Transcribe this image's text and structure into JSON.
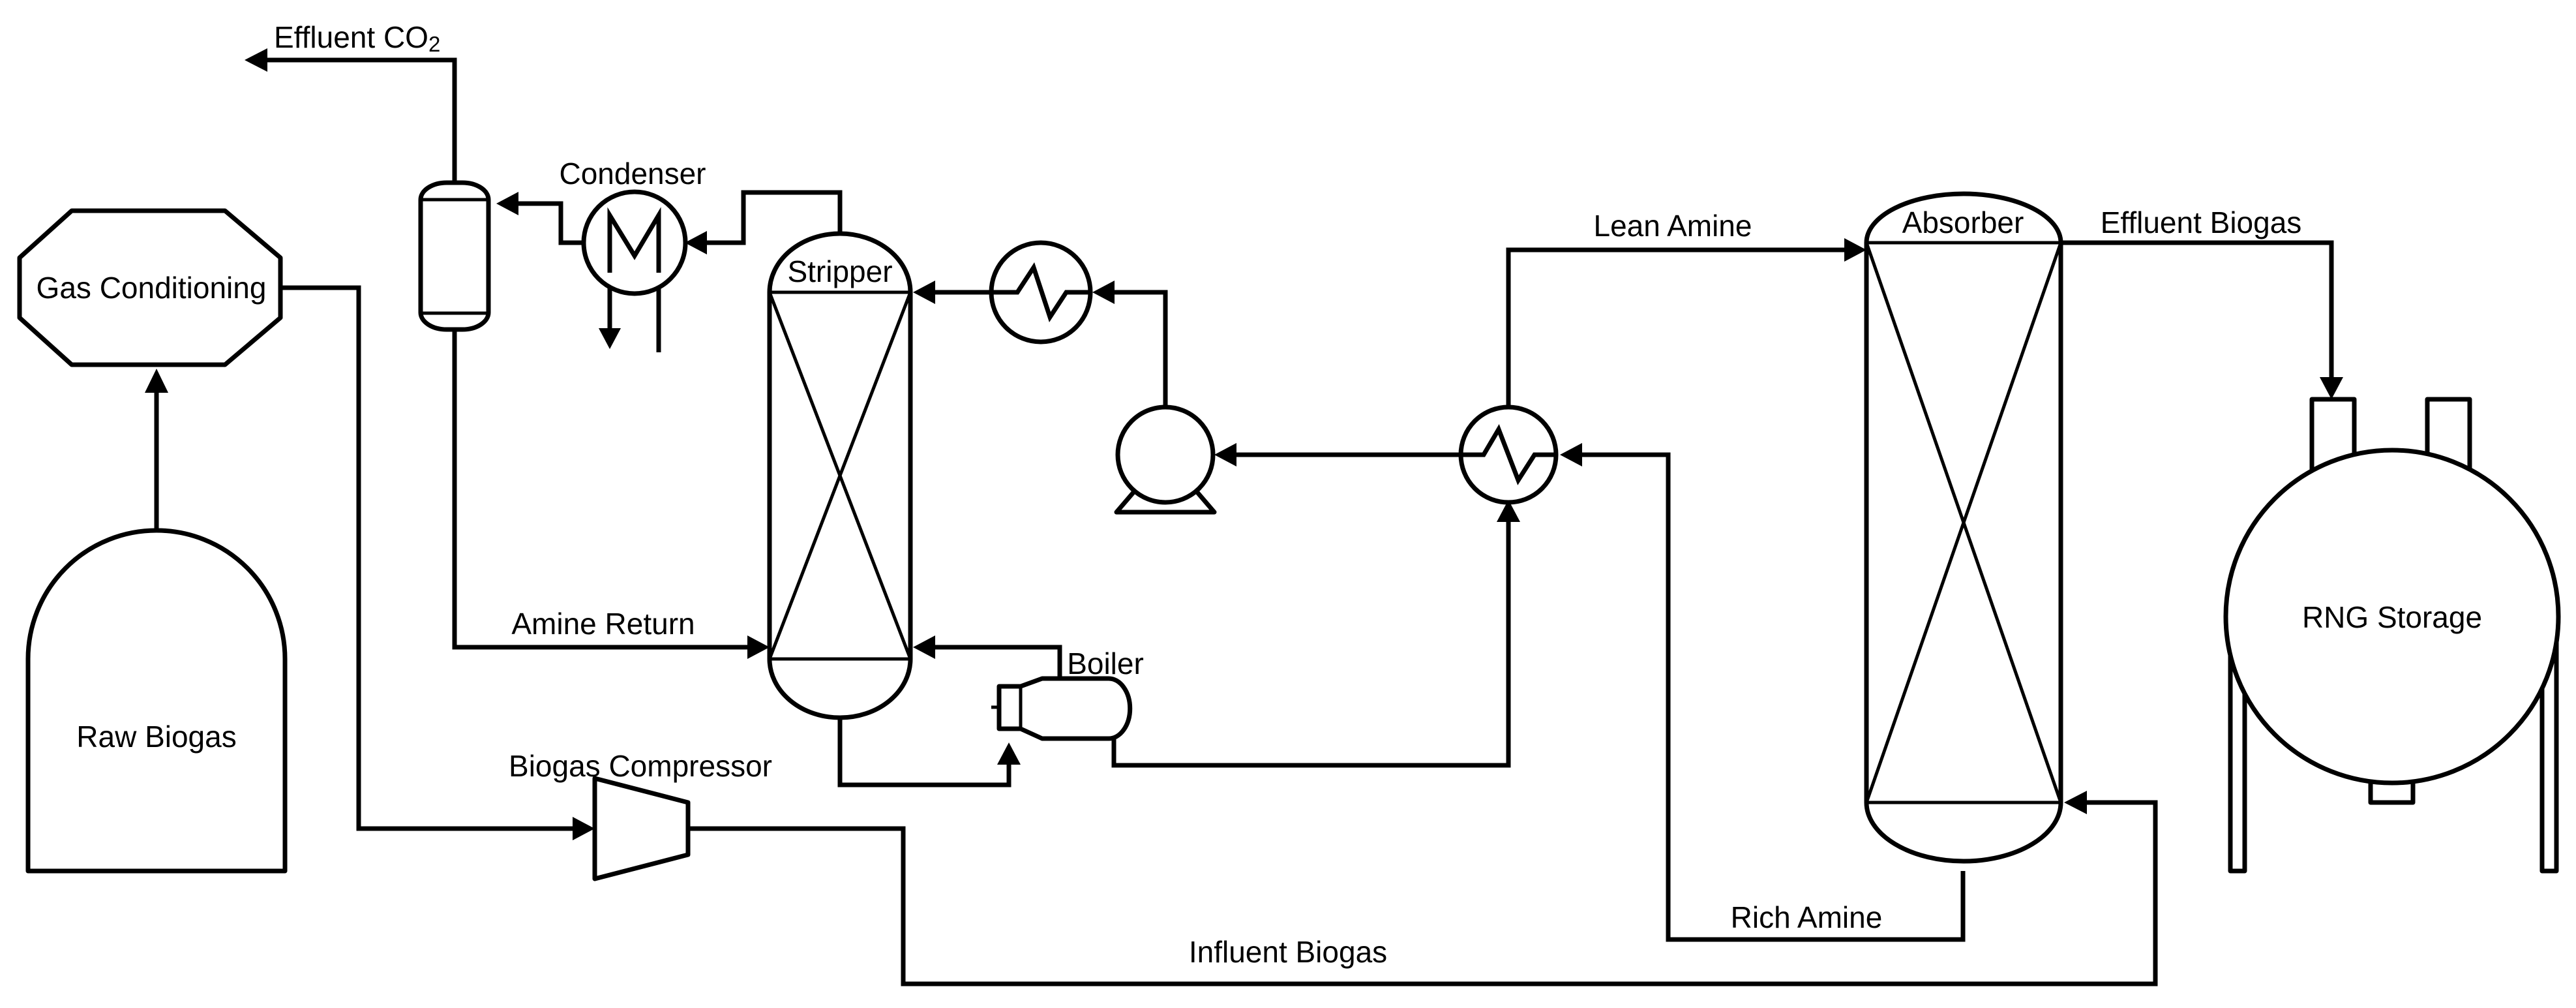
{
  "equipment": {
    "gas_conditioning": "Gas Conditioning",
    "raw_biogas": "Raw Biogas",
    "condenser": "Condenser",
    "stripper": "Stripper",
    "boiler": "Boiler",
    "biogas_compressor": "Biogas Compressor",
    "absorber": "Absorber",
    "rng_storage": "RNG Storage"
  },
  "streams": {
    "effluent_co2_main": "Effluent CO",
    "effluent_co2_sub": "2",
    "amine_return": "Amine Return",
    "lean_amine": "Lean Amine",
    "effluent_biogas": "Effluent Biogas",
    "rich_amine": "Rich Amine",
    "influent_biogas": "Influent Biogas"
  }
}
